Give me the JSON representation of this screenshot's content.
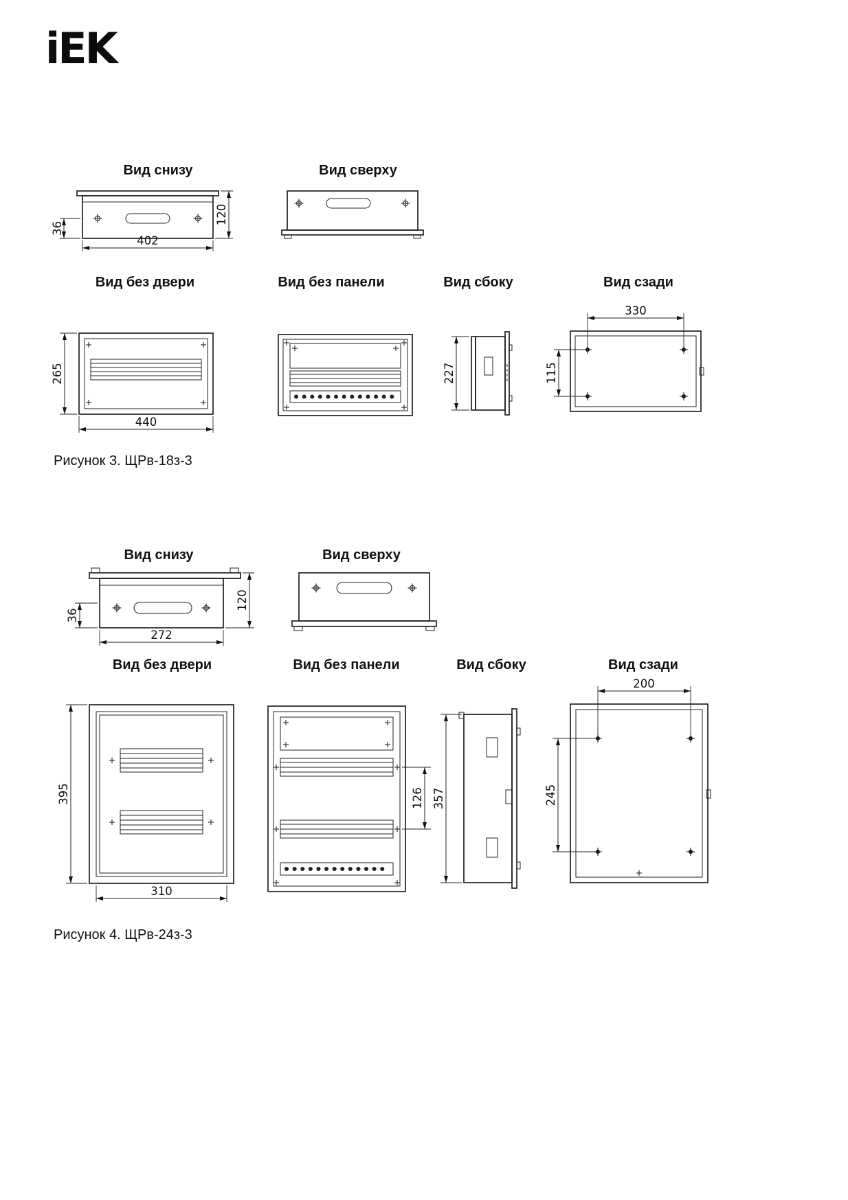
{
  "logo": {
    "text": "iEK"
  },
  "figures": [
    {
      "caption": "Рисунок 3. ЩРв-18з-3",
      "views": {
        "bottom": {
          "label": "Вид снизу",
          "dim_flange": "36",
          "dim_width": "402",
          "dim_height": "120"
        },
        "top": {
          "label": "Вид сверху"
        },
        "front": {
          "label": "Вид без двери",
          "dim_height": "265",
          "dim_width": "440"
        },
        "panel": {
          "label": "Вид без панели"
        },
        "side": {
          "label": "Вид сбоку",
          "dim_height": "227"
        },
        "rear": {
          "label": "Вид сзади",
          "dim_width": "330",
          "dim_holes": "115"
        }
      }
    },
    {
      "caption": "Рисунок 4. ЩРв-24з-3",
      "views": {
        "bottom": {
          "label": "Вид снизу",
          "dim_flange": "36",
          "dim_width": "272",
          "dim_height": "120"
        },
        "top": {
          "label": "Вид сверху"
        },
        "front": {
          "label": "Вид без двери",
          "dim_height": "395",
          "dim_width": "310"
        },
        "panel": {
          "label": "Вид без панели",
          "dim_rail_gap": "126"
        },
        "side": {
          "label": "Вид сбоку",
          "dim_height": "357"
        },
        "rear": {
          "label": "Вид сзади",
          "dim_width": "200",
          "dim_holes": "245"
        }
      }
    }
  ]
}
